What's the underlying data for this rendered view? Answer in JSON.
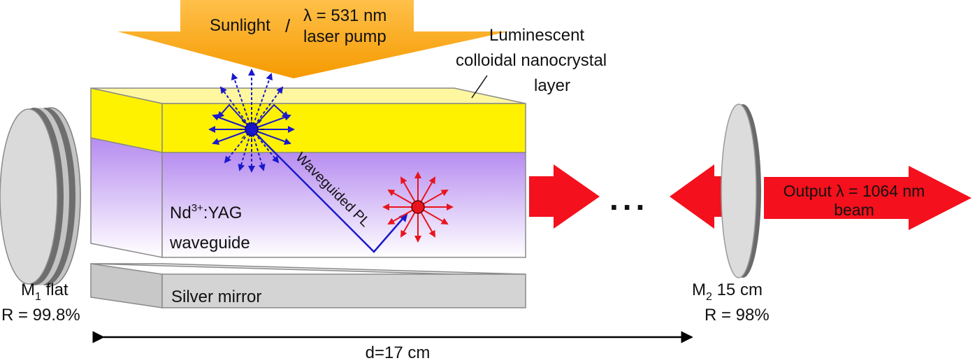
{
  "pump": {
    "line1_a": "Sunlight",
    "slash": "/",
    "line1_b": "λ = 531 nm",
    "line2": "laser pump"
  },
  "layer_label": {
    "line1": "Luminescent",
    "line2": "colloidal nanocrystal",
    "line3": "layer"
  },
  "waveguide_label": {
    "line1_main": "Nd",
    "line1_sup": "3+",
    "line1_rest": ":YAG",
    "line2": "waveguide"
  },
  "pl_label": "Waveguided PL",
  "silver_label": "Silver mirror",
  "m1": {
    "name": "M",
    "sub": "1",
    "rest": " flat",
    "reflectivity": "R = 99.8%"
  },
  "m2": {
    "name": "M",
    "sub": "2",
    "rest": " 15 cm",
    "reflectivity": "R = 98%"
  },
  "ellipsis": "...",
  "output": {
    "line1": "Output λ = 1064 nm",
    "line2": "beam"
  },
  "distance": "d=17 cm",
  "colors": {
    "pump_top": "#ffc04a",
    "pump_bottom": "#f59a00",
    "layer": "#fff200",
    "waveguide_top": "#b68cf0",
    "waveguide_bottom": "#ffffff",
    "emission_blue": "#1a1acc",
    "emission_red": "#e8141e",
    "arrow_red": "#f4101c",
    "mirror_grey": "#d4d4d4"
  }
}
